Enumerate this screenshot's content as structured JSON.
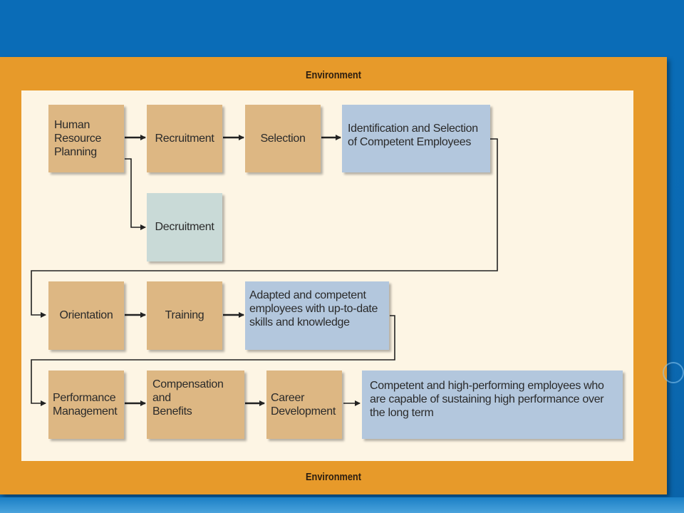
{
  "environment": {
    "top": "Environment",
    "bottom": "Environment"
  },
  "row1": {
    "hrp": [
      "Human",
      "Resource",
      "Planning"
    ],
    "recruitment": "Recruitment",
    "selection": "Selection",
    "identification": [
      "Identification and Selection",
      "of Competent Employees"
    ],
    "decruitment": "Decruitment"
  },
  "row2": {
    "orientation": "Orientation",
    "training": "Training",
    "adapted": [
      "Adapted and competent",
      "employees with up-to-date",
      "skills and knowledge"
    ]
  },
  "row3": {
    "performance": [
      "Performance",
      "Management"
    ],
    "compensation": [
      "Compensation",
      "and",
      "Benefits"
    ],
    "career": [
      "Career",
      "Development"
    ],
    "outcome": [
      "Competent and high-performing employees who",
      "are capable of sustaining high performance over",
      "the long term"
    ]
  },
  "colors": {
    "frame": "#e79a2a",
    "panel": "#fdf5e4",
    "process_box": "#ddb783",
    "outcome_box": "#b3c7dd",
    "decruitment_box": "#c9dad7",
    "slide_background": "#0a6cb7"
  }
}
